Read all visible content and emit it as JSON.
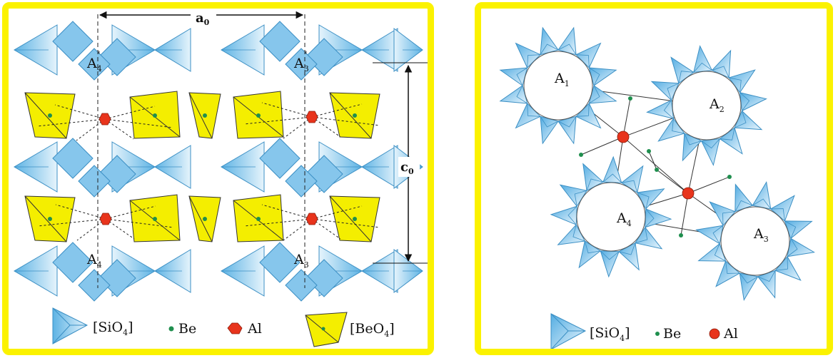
{
  "colors": {
    "frame": "#fbf200",
    "sio4_fill": "#66b8e6",
    "beo4_fill": "#f4ee00",
    "be_dot": "#1f8f4e",
    "al_dot": "#e8341c",
    "line": "#222222"
  },
  "left_panel": {
    "lattice_a": "a",
    "lattice_a_sub": "0",
    "lattice_c": "c",
    "lattice_c_sub": "0",
    "site_top_left": "A",
    "site_top_left_sub": "4",
    "site_top_right": "A",
    "site_top_right_sub": "3",
    "site_bottom_left": "A",
    "site_bottom_left_sub": "4",
    "site_bottom_right": "A",
    "site_bottom_right_sub": "3",
    "legend": {
      "sio4_label": "[SiO",
      "sio4_sub": "4",
      "sio4_close": "]",
      "be_label": "Be",
      "al_label": "Al",
      "beo4_label": "[BeO",
      "beo4_sub": "4",
      "beo4_close": "]"
    }
  },
  "right_panel": {
    "site_1": "A",
    "site_1_sub": "1",
    "site_2": "A",
    "site_2_sub": "2",
    "site_3": "A",
    "site_3_sub": "3",
    "site_4": "A",
    "site_4_sub": "4",
    "legend": {
      "sio4_label": "[SiO",
      "sio4_sub": "4",
      "sio4_close": "]",
      "be_label": "Be",
      "al_label": "Al"
    }
  }
}
